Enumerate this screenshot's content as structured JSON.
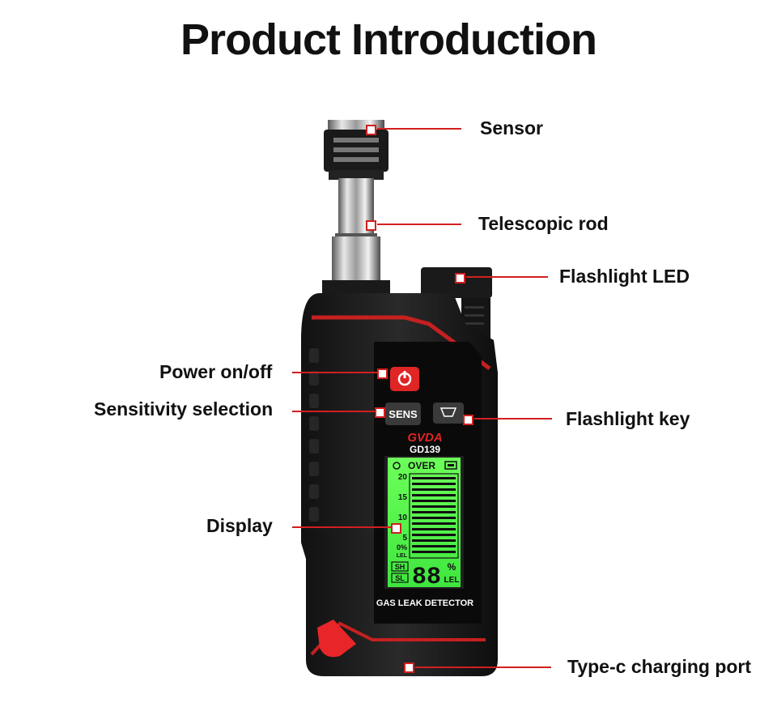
{
  "page": {
    "title": "Product Introduction"
  },
  "callouts": {
    "sensor": "Sensor",
    "telescopic_rod": "Telescopic rod",
    "flashlight_led": "Flashlight LED",
    "power": "Power on/off",
    "sensitivity": "Sensitivity selection",
    "flashlight_key": "Flashlight key",
    "display": "Display",
    "charging_port": "Type-c charging port"
  },
  "device": {
    "brand": "GVDA",
    "model": "GD139",
    "sens_button": "SENS",
    "footer_label": "GAS LEAK DETECTOR",
    "lcd": {
      "over_label": "OVER",
      "scale_ticks": [
        "20",
        "15",
        "10",
        "5",
        "0%"
      ],
      "lel_unit": "LEL",
      "sh_label": "SH",
      "sl_label": "SL",
      "digits": "88",
      "percent": "%",
      "digit_unit": "LEL"
    }
  },
  "colors": {
    "accent_red": "#d21f1f",
    "lcd_green": "#4cf04c",
    "body": "#1c1c1c"
  }
}
